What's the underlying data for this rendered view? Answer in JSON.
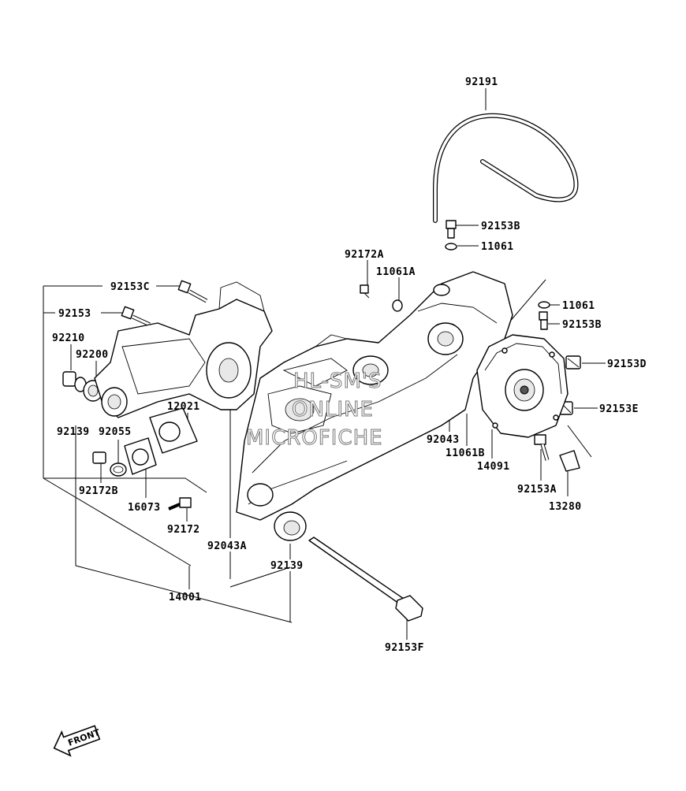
{
  "watermark": [
    "HL-SM'S",
    "ONLINE",
    "MICROFICHE"
  ],
  "front_arrow_label": "FRONT",
  "part_labels": [
    {
      "id": "92191",
      "text": "92191"
    },
    {
      "id": "92153B-top",
      "text": "92153B"
    },
    {
      "id": "11061-top",
      "text": "11061"
    },
    {
      "id": "92172A",
      "text": "92172A"
    },
    {
      "id": "11061A",
      "text": "11061A"
    },
    {
      "id": "92153C",
      "text": "92153C"
    },
    {
      "id": "92153",
      "text": "92153"
    },
    {
      "id": "11061-right",
      "text": "11061"
    },
    {
      "id": "92153B-right",
      "text": "92153B"
    },
    {
      "id": "92210",
      "text": "92210"
    },
    {
      "id": "92200",
      "text": "92200"
    },
    {
      "id": "92153D",
      "text": "92153D"
    },
    {
      "id": "12021",
      "text": "12021"
    },
    {
      "id": "92153E",
      "text": "92153E"
    },
    {
      "id": "92139-left",
      "text": "92139"
    },
    {
      "id": "92055",
      "text": "92055"
    },
    {
      "id": "92043",
      "text": "92043"
    },
    {
      "id": "11061B",
      "text": "11061B"
    },
    {
      "id": "14091",
      "text": "14091"
    },
    {
      "id": "92172B",
      "text": "92172B"
    },
    {
      "id": "92153A",
      "text": "92153A"
    },
    {
      "id": "16073",
      "text": "16073"
    },
    {
      "id": "13280",
      "text": "13280"
    },
    {
      "id": "92172",
      "text": "92172"
    },
    {
      "id": "92043A",
      "text": "92043A"
    },
    {
      "id": "92139-bottom",
      "text": "92139"
    },
    {
      "id": "14001",
      "text": "14001"
    },
    {
      "id": "92153F",
      "text": "92153F"
    }
  ]
}
